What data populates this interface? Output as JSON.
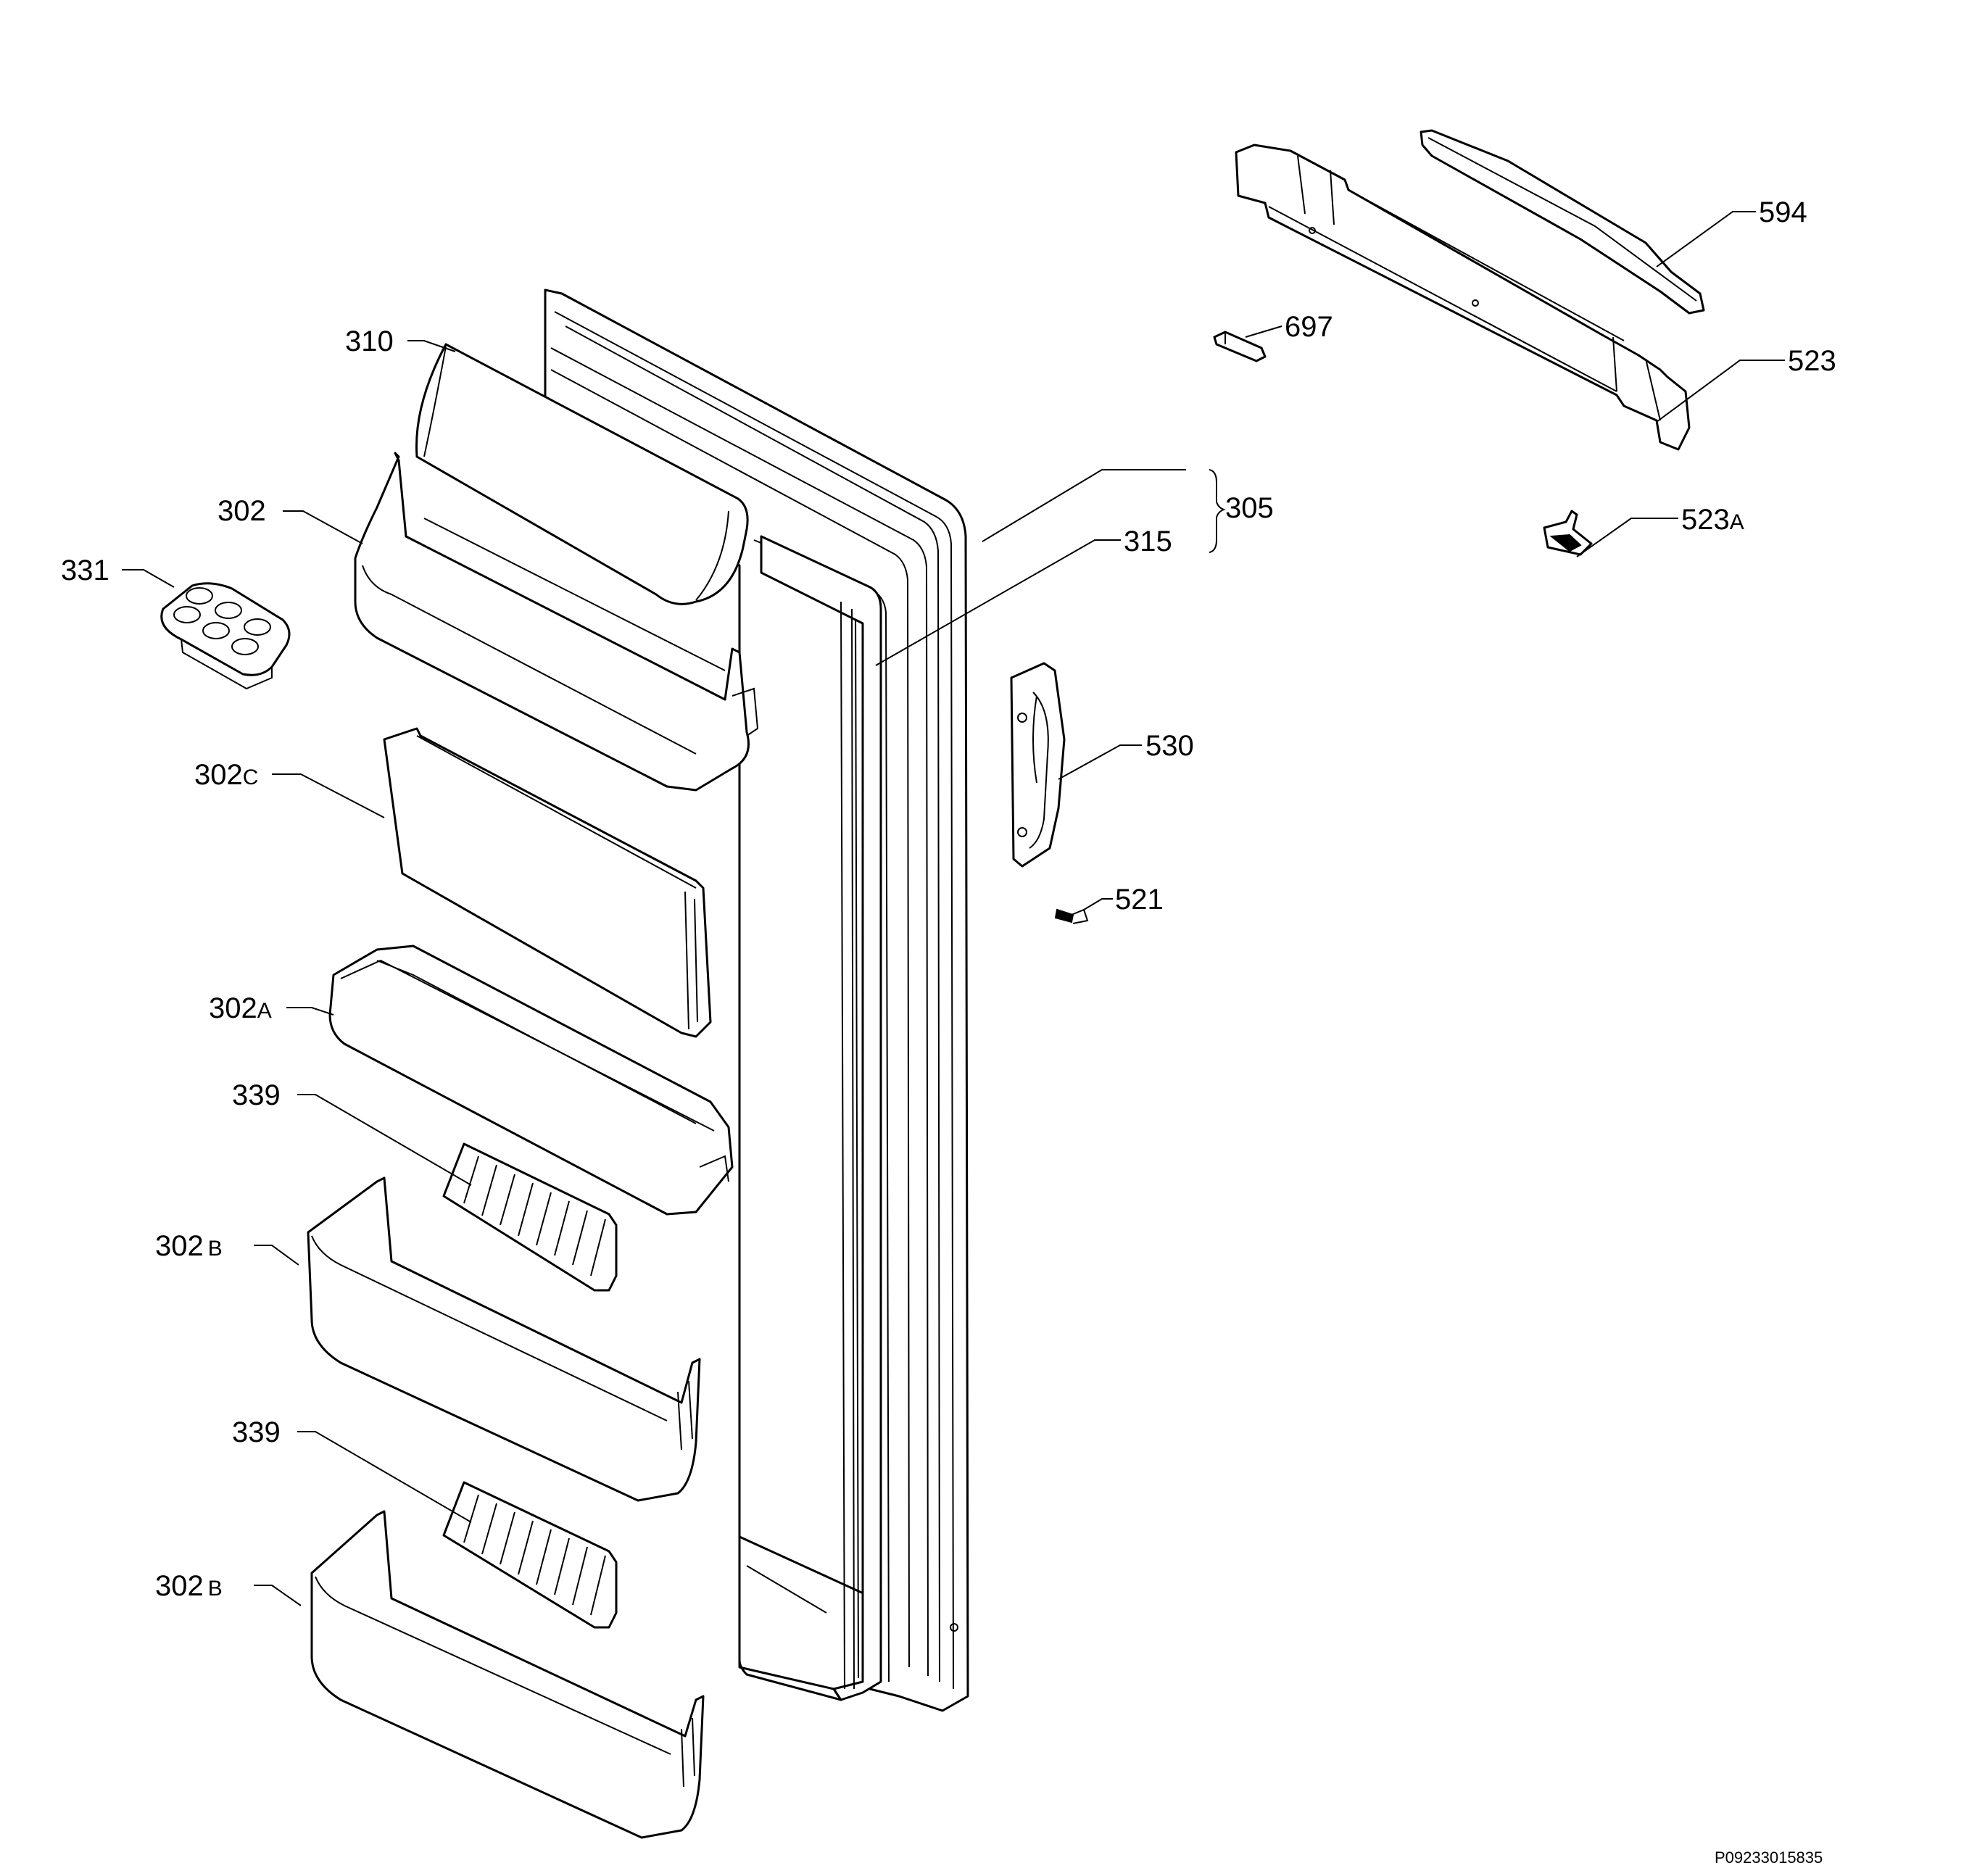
{
  "diagram": {
    "reference_code": "P09233015835",
    "labels": {
      "l594": "594",
      "l697": "697",
      "l523": "523",
      "l523a": "523",
      "l523a_suffix": "A",
      "l305": "305",
      "l315": "315",
      "l310": "310",
      "l302": "302",
      "l331": "331",
      "l302c": "302",
      "l302c_suffix": "C",
      "l530": "530",
      "l521": "521",
      "l302a": "302",
      "l302a_suffix": "A",
      "l339a": "339",
      "l302b1": "302",
      "l302b1_suffix": "B",
      "l339b": "339",
      "l302b2": "302",
      "l302b2_suffix": "B"
    }
  }
}
